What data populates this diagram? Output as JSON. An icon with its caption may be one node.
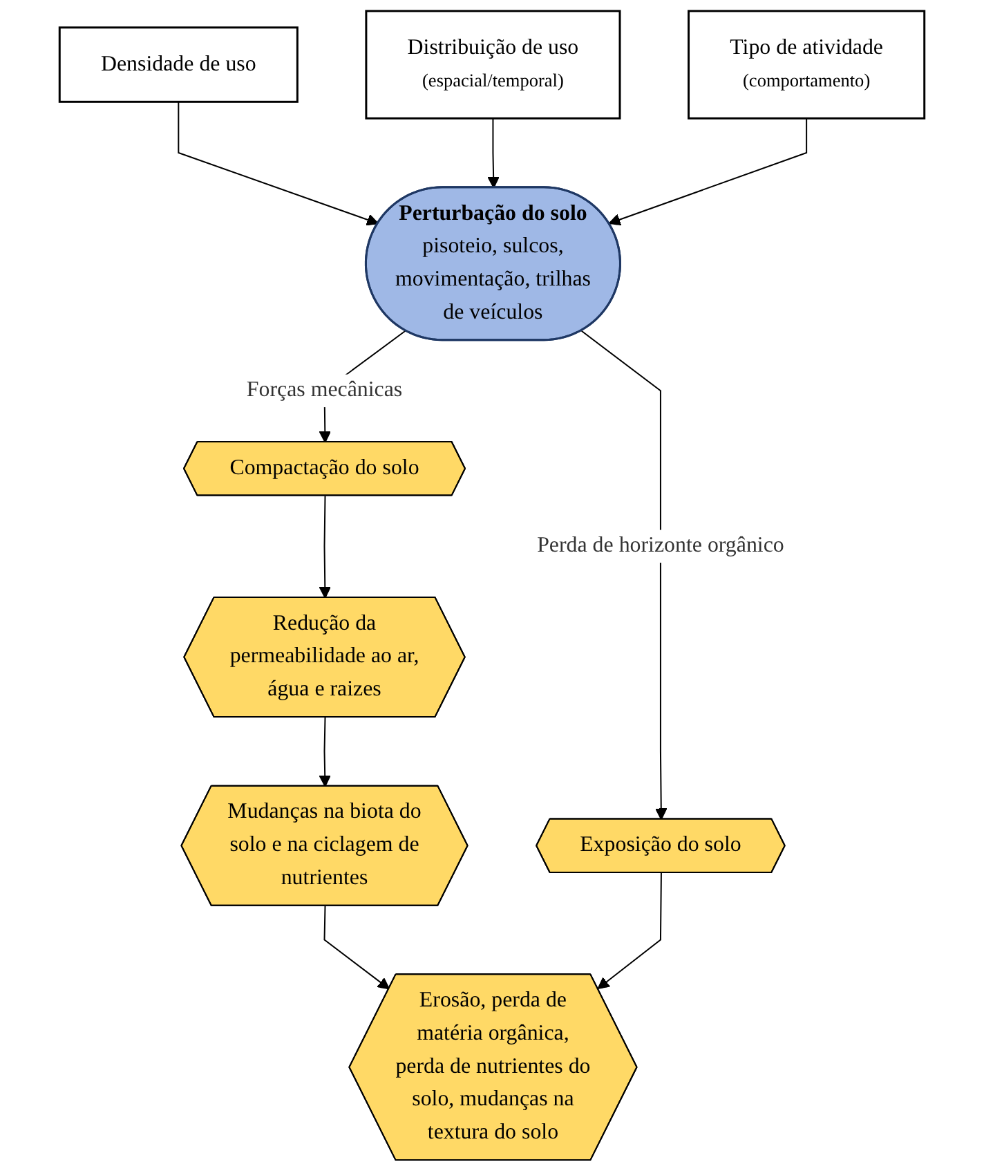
{
  "diagram": {
    "nodes": [
      {
        "text": [
          "Densidade de uso"
        ]
      },
      {
        "text": [
          "Distribuição de uso",
          "(espacial/temporal)"
        ]
      },
      {
        "text": [
          "Tipo de atividade",
          "(comportamento)"
        ]
      },
      {
        "text": [
          "Perturbação do solo",
          "pisoteio, sulcos, movimentação, trilhas de veículos"
        ]
      },
      {
        "text": [
          "Compactação do solo"
        ]
      },
      {
        "text": [
          "Exposição do solo"
        ]
      },
      {
        "text": [
          "Redução da permeabilidade ao ar, água e raizes"
        ]
      },
      {
        "text": [
          "Mudanças na biota do solo e na ciclagem de nutrientes"
        ]
      },
      {
        "text": [
          "Erosão, perda de matéria orgânica, perda de nutrientes do solo, mudanças na textura do solo"
        ]
      }
    ],
    "edges": [
      {
        "from": 0,
        "to": 3,
        "arrow": "to"
      },
      {
        "from": 1,
        "to": 3,
        "arrow": "to"
      },
      {
        "from": 2,
        "to": 3,
        "arrow": "to"
      },
      {
        "from": 3,
        "to": 4,
        "arrow": "to",
        "label": "Forças mecânicas"
      },
      {
        "from": 3,
        "to": 5,
        "arrow": "to",
        "label": "Perda de horizonte orgânico"
      },
      {
        "from": 4,
        "to": 6,
        "arrow": "to"
      },
      {
        "from": 6,
        "to": 7,
        "arrow": "to"
      },
      {
        "from": 7,
        "to": 8,
        "arrow": "to"
      },
      {
        "from": 5,
        "to": 8,
        "arrow": "to"
      }
    ]
  }
}
